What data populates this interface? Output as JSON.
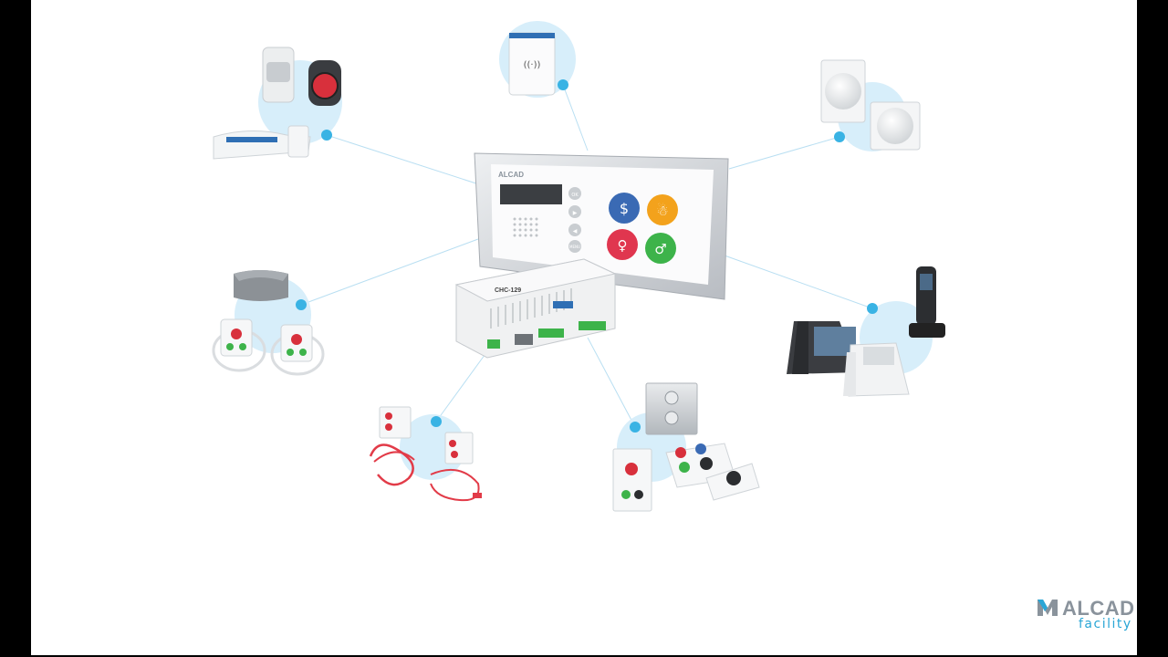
{
  "brand": {
    "name": "ALCAD",
    "tagline": "facility",
    "accent_color": "#2aa6d6",
    "grey_color": "#8a939c"
  },
  "panel": {
    "brand_label": "ALCAD",
    "buttons": [
      "OK",
      "▶",
      "◀",
      "MENU"
    ],
    "call_buttons": [
      {
        "icon": "medical-staff-icon",
        "color": "#3a6ab4"
      },
      {
        "icon": "assistant-icon",
        "color": "#f3a21c"
      },
      {
        "icon": "patient-icon",
        "color": "#e0364f"
      },
      {
        "icon": "nurse-icon",
        "color": "#3db34a"
      }
    ]
  },
  "controller": {
    "label": "CHC-129"
  },
  "colors": {
    "node_dot": "#39b3e4",
    "halo": "#d7eefa",
    "connector": "#b9dff2"
  }
}
